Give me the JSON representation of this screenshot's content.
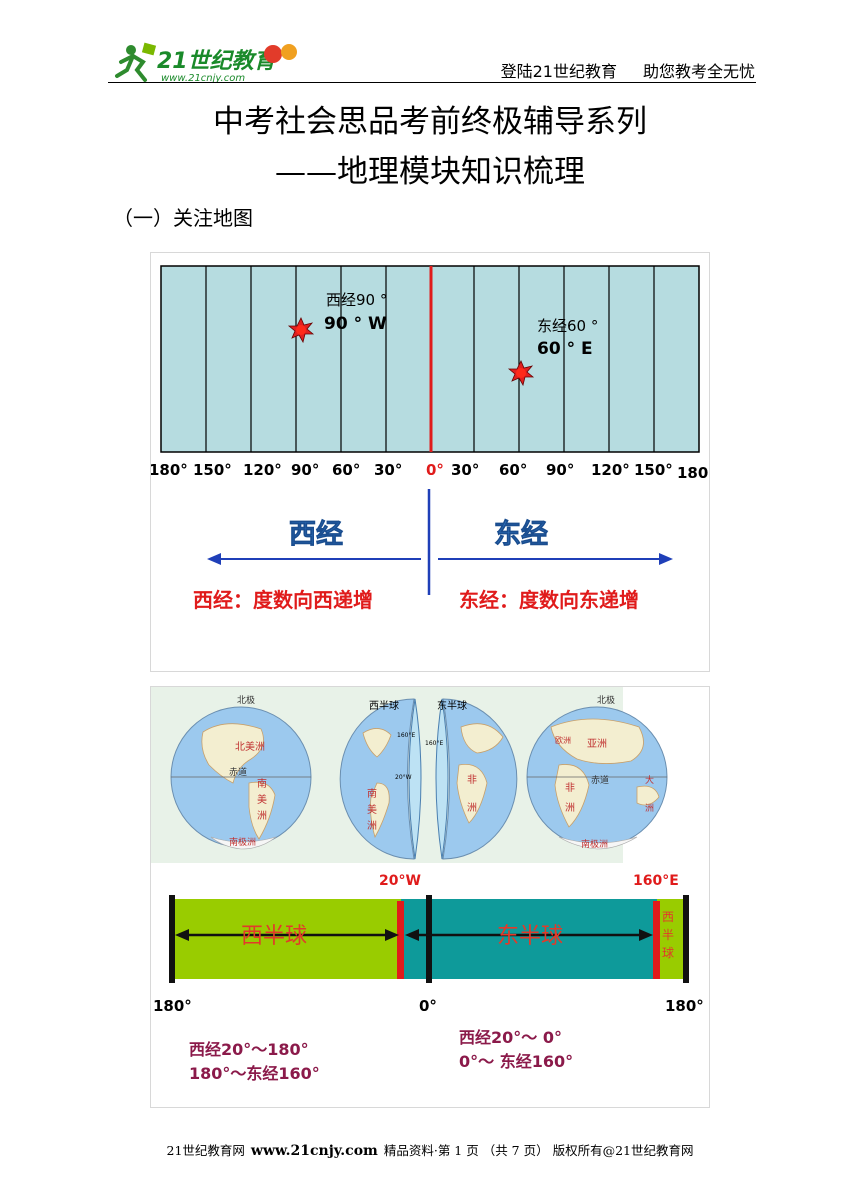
{
  "header": {
    "logo_text": "21世纪教育",
    "logo_url_text": "www.21cnjy.com",
    "slogan_left": "登陆21世纪教育",
    "slogan_right": "助您教考全无忧"
  },
  "title_line1": "中考社会思品考前终极辅导系列",
  "title_line2": "——地理模块知识梳理",
  "section_heading": "（一）关注地图",
  "figure1": {
    "ticks": [
      "180°",
      "150°",
      "120°",
      "90°",
      "60°",
      "30°",
      "0°",
      "30°",
      "60°",
      "90°",
      "120°",
      "150°",
      "180"
    ],
    "point_west_cn": "西经90 °",
    "point_west_en": "90 ° W",
    "point_east_cn": "东经60 °",
    "point_east_en": "60 ° E",
    "west_label": "西经",
    "east_label": "东经",
    "west_rule": "西经：度数向西递增",
    "east_rule": "东经：度数向东递增"
  },
  "figure2": {
    "west_hemisphere": "西半球",
    "east_hemisphere": "东半球",
    "north_pole_left": "北极",
    "north_pole_right": "北极",
    "equator_left": "赤道",
    "equator_right": "赤道",
    "meridian_160e": "160°E",
    "meridian_20w_top": "160°E",
    "meridian_20w_mid": "20°W",
    "north_america": "北美洲",
    "south_america_left": [
      "南",
      "美",
      "洲"
    ],
    "antarctica_left": "南极洲",
    "south_america_mid": [
      "南",
      "美",
      "洲"
    ],
    "asia": "亚洲",
    "europe": "欧洲",
    "africa_mid": [
      "非",
      "洲"
    ],
    "africa_right": [
      "非",
      "洲"
    ],
    "antarctica_right": "南极洲",
    "oceania_right": [
      "大",
      "洲"
    ],
    "band_20w": "20°W",
    "band_160e": "160°E",
    "band_west": "西半球",
    "band_east": "东半球",
    "band_west_small": [
      "西",
      "半",
      "球"
    ],
    "band_180_left": "180°",
    "band_0": "0°",
    "band_180_right": "180°",
    "range_west_1": "西经20°～180°",
    "range_west_2": "180°～东经160°",
    "range_east_1": "西经20°～ 0°",
    "range_east_2": "0°～ 东经160°"
  },
  "footer": {
    "left": "21世纪教育网",
    "site": "www.21cnjy.com",
    "right": "精品资料·第 1 页 （共 7 页） 版权所有@21世纪教育网"
  },
  "colors": {
    "map_fill": "#b6dce0",
    "meridian_red": "#e01b1b",
    "arrow_blue": "#1f3fb8",
    "label_blue": "#3a86d6",
    "band_green": "#99cc00",
    "band_teal": "#0e9a9a",
    "range_text": "#8b1a4a"
  }
}
